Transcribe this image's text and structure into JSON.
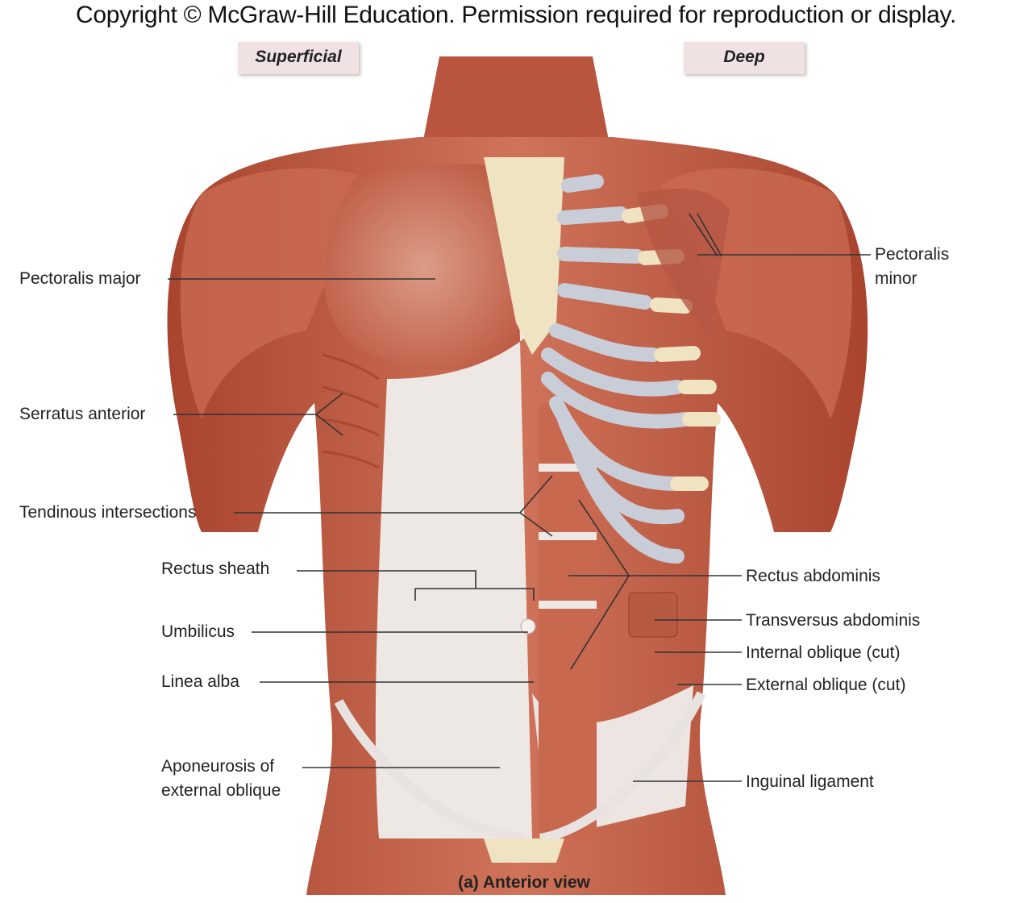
{
  "copyright": "Copyright © McGraw-Hill Education. Permission required for reproduction or display.",
  "tabs": {
    "superficial": "Superficial",
    "deep": "Deep"
  },
  "labels_left": {
    "pectoralis_major": "Pectoralis major",
    "serratus_anterior": "Serratus anterior",
    "tendinous_intersections": "Tendinous intersections",
    "rectus_sheath": "Rectus sheath",
    "umbilicus": "Umbilicus",
    "linea_alba": "Linea alba",
    "aponeurosis_line1": "Aponeurosis of",
    "aponeurosis_line2": "external oblique"
  },
  "labels_right": {
    "pectoralis_minor_line1": "Pectoralis",
    "pectoralis_minor_line2": "minor",
    "rectus_abdominis": "Rectus abdominis",
    "transversus_abdominis": "Transversus abdominis",
    "internal_oblique": "Internal oblique (cut)",
    "external_oblique": "External oblique (cut)",
    "inguinal_ligament": "Inguinal ligament"
  },
  "caption": "(a) Anterior view",
  "colors": {
    "muscle": "#c0604a",
    "muscle_light": "#d98a72",
    "sheath": "#f1ece9",
    "bone": "#efe3c2",
    "cartilage": "#c9cdd8"
  }
}
